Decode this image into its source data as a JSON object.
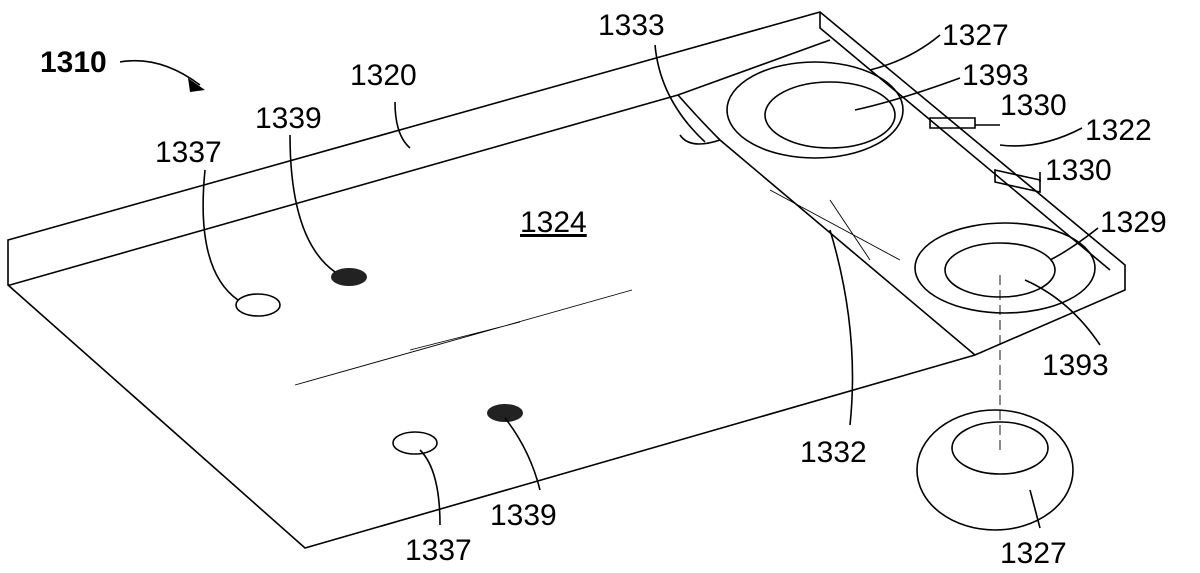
{
  "figure": {
    "assembly_label": "1310",
    "labels": {
      "top_wall": "1320",
      "recessed_surface": "1324",
      "hole_left_top": "1337",
      "hole_left_bottom": "1337",
      "dot_top": "1339",
      "dot_bottom": "1339",
      "slot_edge": "1333",
      "ring_top": "1327",
      "ring_separate": "1327",
      "lens_top": "1393",
      "lens_bottom": "1393",
      "tab_upper": "1330",
      "tab_lower": "1330",
      "side_wall": "1322",
      "ring_bottom": "1329",
      "ramp": "1332"
    }
  }
}
